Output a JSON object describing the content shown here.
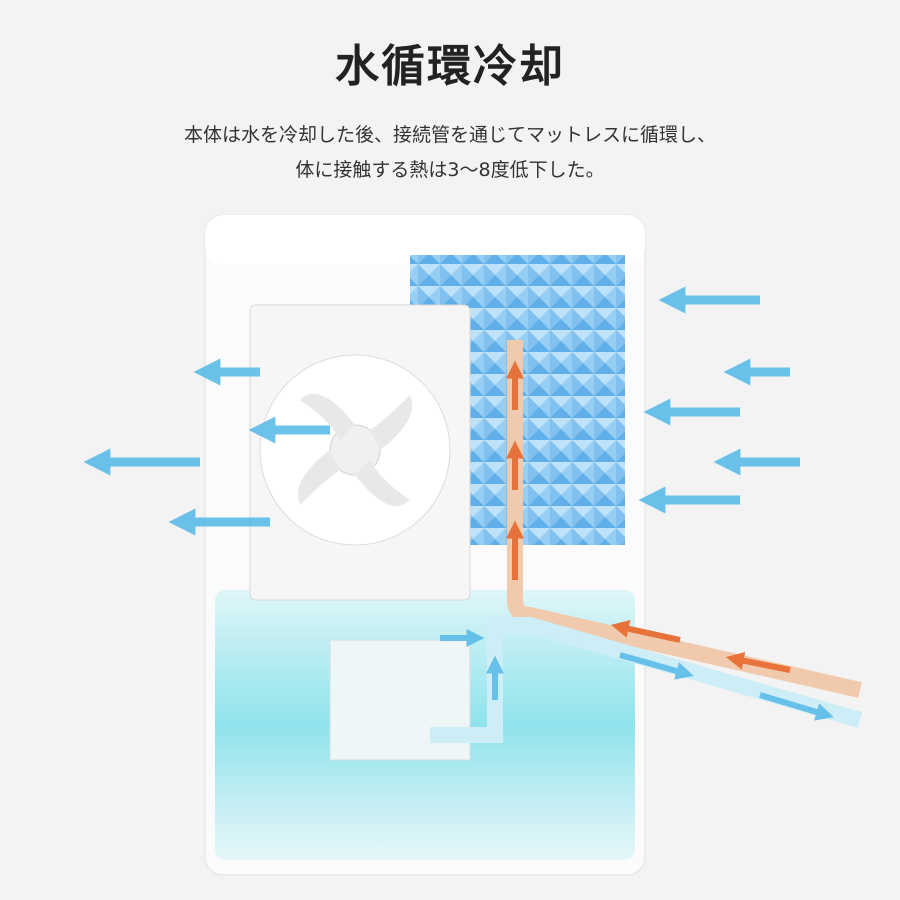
{
  "header": {
    "title": "水循環冷却",
    "description_lines": [
      "本体は水を冷却した後、接続管を通じてマットレスに循環し、",
      "体に接触する熱は3〜8度低下した。"
    ]
  },
  "colors": {
    "cool_air": "#5bbce8",
    "warm_water": "#e8733a",
    "water_tank": "#8fe0ea",
    "filter": "#6cb8ef"
  },
  "icons": [
    "cool-air-arrow-icon",
    "warm-water-arrow-icon",
    "cool-water-arrow-icon"
  ]
}
